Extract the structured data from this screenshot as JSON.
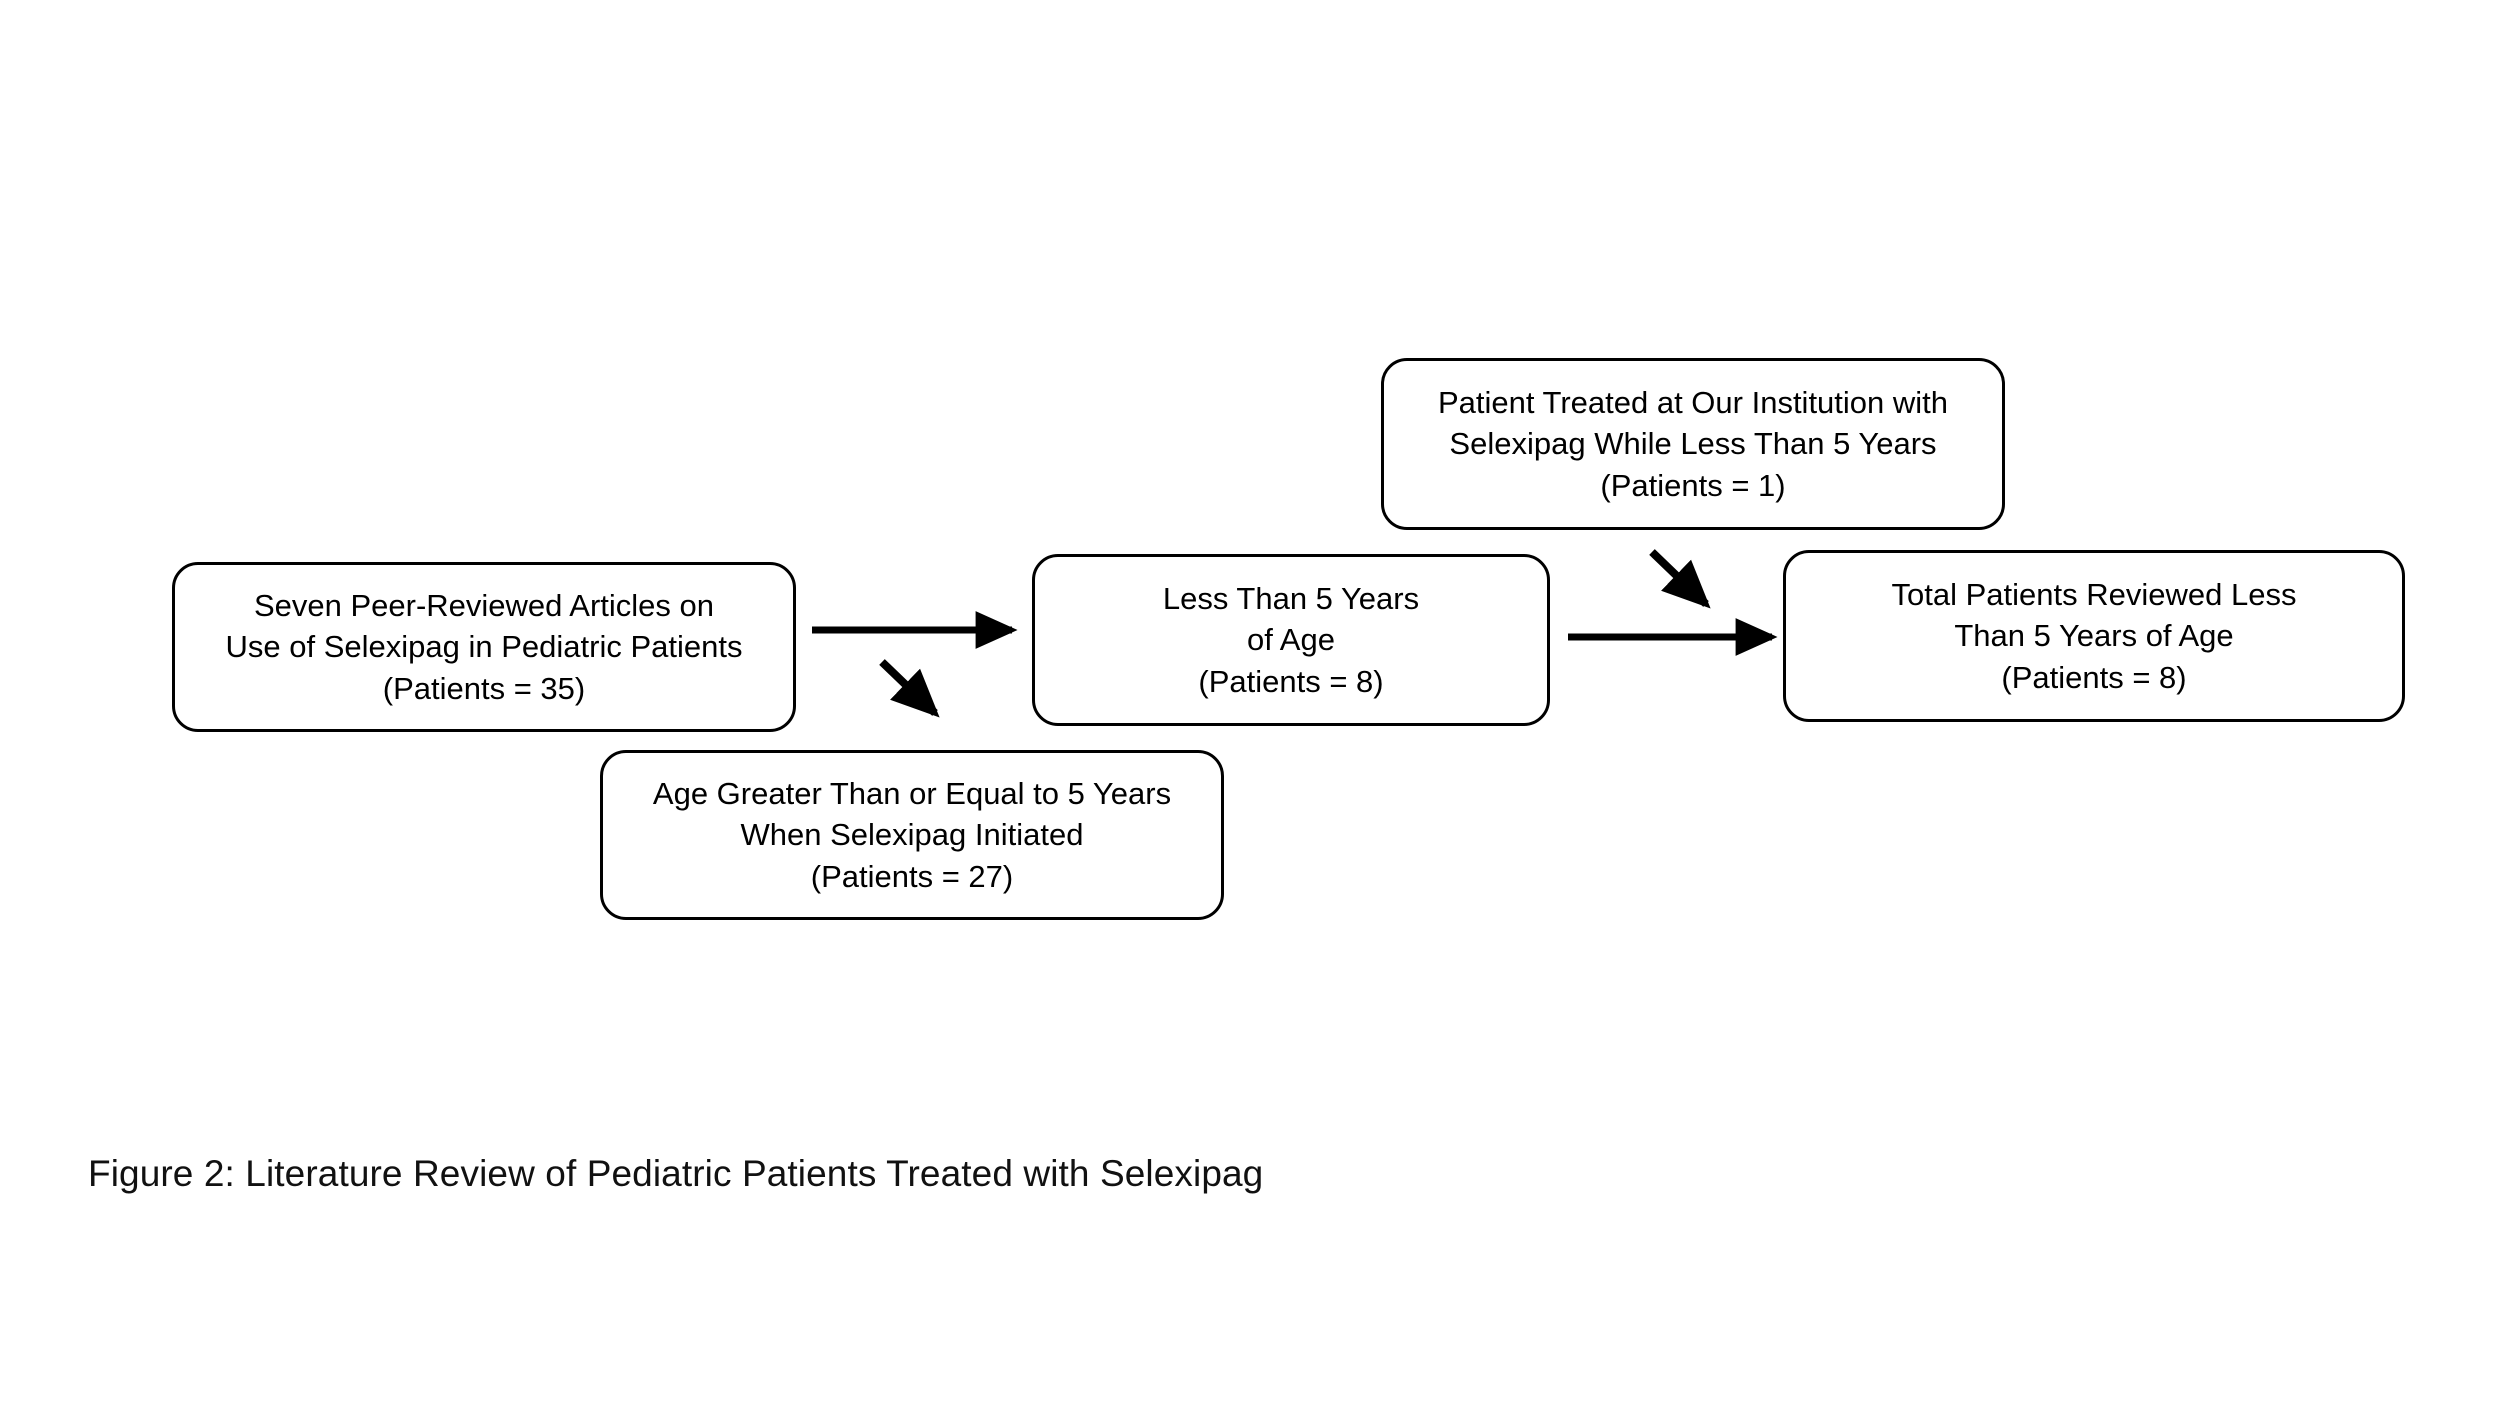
{
  "figure": {
    "caption": "Figure 2: Literature Review of Pediatric Patients Treated with Selexipag",
    "background_color": "#ffffff",
    "stroke_color": "#000000",
    "text_color": "#000000"
  },
  "chart_data": {
    "type": "diagram",
    "title": "Figure 2: Literature Review of Pediatric Patients Treated with Selexipag",
    "nodes": [
      {
        "id": "articles",
        "lines": [
          "Seven Peer-Reviewed Articles on",
          "Use of Selexipag in Pediatric Patients",
          "(Patients = 35)"
        ],
        "patients": 35
      },
      {
        "id": "age_ge_5",
        "lines": [
          "Age Greater Than or Equal to 5 Years",
          "When Selexipag Initiated",
          "(Patients = 27)"
        ],
        "patients": 27
      },
      {
        "id": "less_than_5",
        "lines": [
          "Less Than 5 Years",
          "of Age",
          "(Patients = 8)"
        ],
        "patients": 8
      },
      {
        "id": "our_institution",
        "lines": [
          "Patient Treated at Our Institution with",
          "Selexipag While Less Than 5 Years",
          "(Patients = 1)"
        ],
        "patients": 1
      },
      {
        "id": "total_reviewed",
        "lines": [
          "Total Patients Reviewed Less",
          "Than 5 Years of Age",
          "(Patients = 8)"
        ],
        "patients": 8
      }
    ],
    "edges": [
      {
        "from": "articles",
        "to": "less_than_5",
        "style": "straight-arrow-right"
      },
      {
        "from": "articles",
        "to": "age_ge_5",
        "style": "diagonal-arrow-down-right"
      },
      {
        "from": "less_than_5",
        "to": "total_reviewed",
        "style": "straight-arrow-right"
      },
      {
        "from": "our_institution",
        "to": "total_reviewed",
        "style": "diagonal-arrow-down-right"
      }
    ]
  }
}
